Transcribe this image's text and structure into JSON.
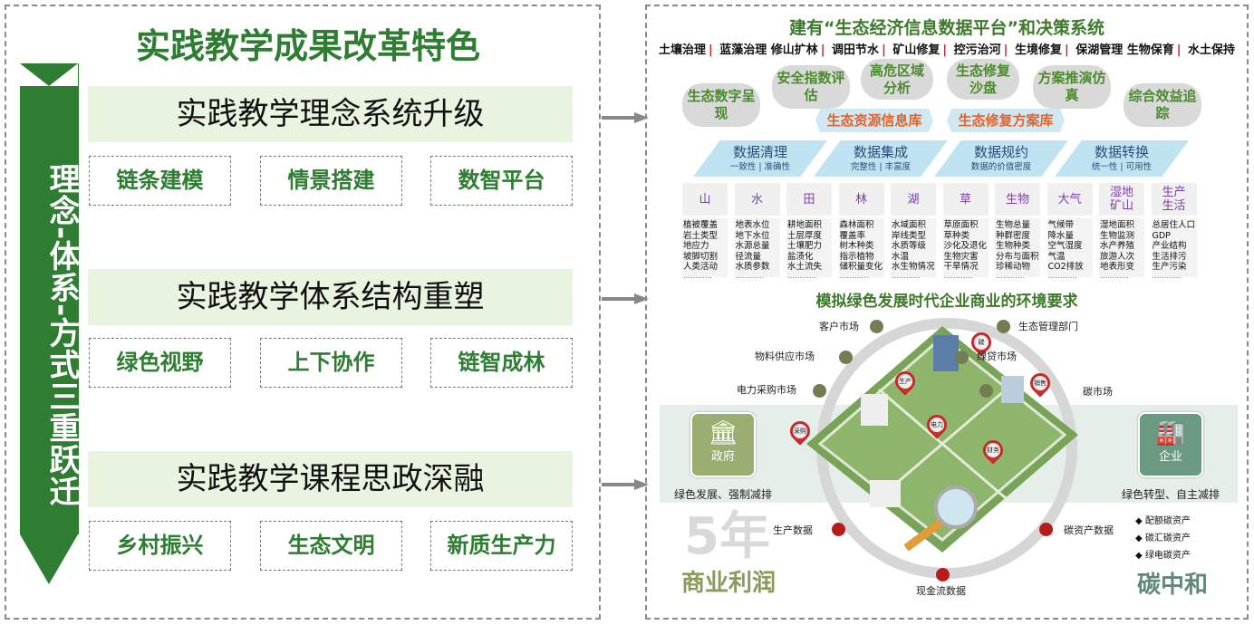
{
  "left": {
    "title": "实践教学成果改革特色",
    "side_label": "理念-体系-方式三重跃迁",
    "sections": [
      {
        "title": "实践教学理念系统升级",
        "items": [
          "链条建模",
          "情景搭建",
          "数智平台"
        ]
      },
      {
        "title": "实践教学体系结构重塑",
        "items": [
          "绿色视野",
          "上下协作",
          "链智成林"
        ]
      },
      {
        "title": "实践教学课程思政深融",
        "items": [
          "乡村振兴",
          "生态文明",
          "新质生产力"
        ]
      }
    ]
  },
  "right": {
    "title": "建有“生态经济信息数据平台”和决策系统",
    "tags": [
      "土壤治理",
      "蓝藻治理 修山扩林",
      "调田节水",
      "矿山修复",
      "控污治河",
      "生境修复",
      "保湖管理 生物保育",
      "水土保持"
    ],
    "pills": [
      "生态数字呈现",
      "安全指数评估",
      "高危区域分析",
      "生态修复沙盘",
      "方案推演仿真",
      "综合效益追踪"
    ],
    "libraries": [
      "生态资源信息库",
      "生态修复方案库"
    ],
    "processes": [
      {
        "name": "数据清理",
        "desc": "一致性 | 准确性"
      },
      {
        "name": "数据集成",
        "desc": "完整性 | 丰富度"
      },
      {
        "name": "数据规约",
        "desc": "数据的价值密度"
      },
      {
        "name": "数据转换",
        "desc": "统一性 | 可用性"
      }
    ],
    "columns": [
      {
        "head": "山",
        "items": [
          "植被覆盖",
          "岩土类型",
          "地应力",
          "坡脚切割",
          "人类活动"
        ]
      },
      {
        "head": "水",
        "items": [
          "地表水位",
          "地下水位",
          "水源总量",
          "径流量",
          "水质参数"
        ]
      },
      {
        "head": "田",
        "items": [
          "耕地面积",
          "土层厚度",
          "土壤肥力",
          "盐渍化",
          "水土流失"
        ]
      },
      {
        "head": "林",
        "items": [
          "森林面积",
          "覆盖率",
          "树木种类",
          "指示植物",
          "储积量变化"
        ]
      },
      {
        "head": "湖",
        "items": [
          "水域面积",
          "岸线类型",
          "水质等级",
          "水温",
          "水生物情况"
        ]
      },
      {
        "head": "草",
        "items": [
          "草原面积",
          "草种类",
          "沙化及退化",
          "生物灾害",
          "干旱情况"
        ]
      },
      {
        "head": "生物",
        "items": [
          "生物总量",
          "种群密度",
          "生物种类",
          "分布与面积",
          "珍稀动物"
        ]
      },
      {
        "head": "大气",
        "items": [
          "气候带",
          "降水量",
          "空气湿度",
          "气温",
          "CO2排放"
        ]
      },
      {
        "head": "湿地矿山",
        "items": [
          "湿地面积",
          "生物监测",
          "水产养殖",
          "旅游人次",
          "地表形变"
        ]
      },
      {
        "head": "生产生活",
        "items": [
          "总居住人口",
          "GDP",
          "产业结构",
          "生活排污",
          "生产污染"
        ]
      }
    ],
    "dots_text": "…………",
    "sim_title": "模拟绿色发展时代企业商业的环境要求",
    "markets": [
      "客户市场",
      "物料供应市场",
      "电力采购市场",
      "生态管理部门",
      "绿贷市场",
      "碳市场"
    ],
    "data_points": [
      "生产数据",
      "现金流数据",
      "碳资产数据"
    ],
    "gov": {
      "label": "政府",
      "desc": "绿色发展、强制减排"
    },
    "ent": {
      "label": "企业",
      "desc": "绿色转型、自主减排"
    },
    "pins": [
      "碳",
      "生产",
      "销售",
      "采购",
      "电力",
      "财务"
    ],
    "profit": {
      "big": "5年",
      "label": "商业利润"
    },
    "carbon": {
      "assets": [
        "◆ 配额碳资产",
        "◆ 碳汇碳资产",
        "◆ 绿电碳资产"
      ],
      "label": "碳中和"
    }
  },
  "colors": {
    "green": "#2e7d32",
    "band": "#e8f3e0",
    "purple": "#7b3fa8",
    "orange": "#e4632a",
    "red": "#b71c1c"
  }
}
